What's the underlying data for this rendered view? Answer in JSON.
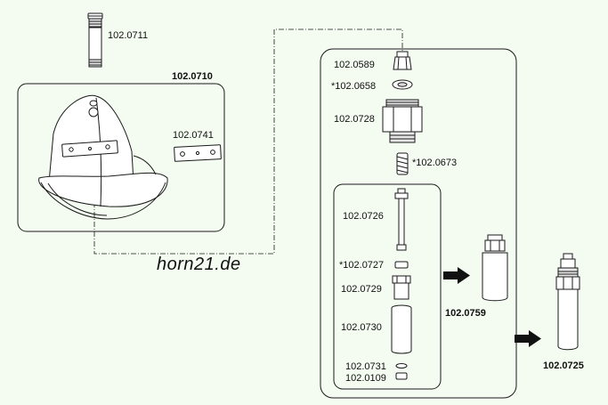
{
  "brand": "horn21.de",
  "labels": {
    "p0711": "102.0711",
    "p0710": "102.0710",
    "p0741": "102.0741",
    "p0589": "102.0589",
    "p0658": "*102.0658",
    "p0728": "102.0728",
    "p0673": "*102.0673",
    "p0726": "102.0726",
    "p0727": "*102.0727",
    "p0729": "102.0729",
    "p0730": "102.0730",
    "p0731": "102.0731",
    "p0109": "102.0109",
    "p0759": "102.0759",
    "p0725": "102.0725"
  },
  "colors": {
    "background": "#f4fbf1",
    "line": "#1a1a1a",
    "part_fill": "#ffffff",
    "shade": "#d9d9d9"
  }
}
